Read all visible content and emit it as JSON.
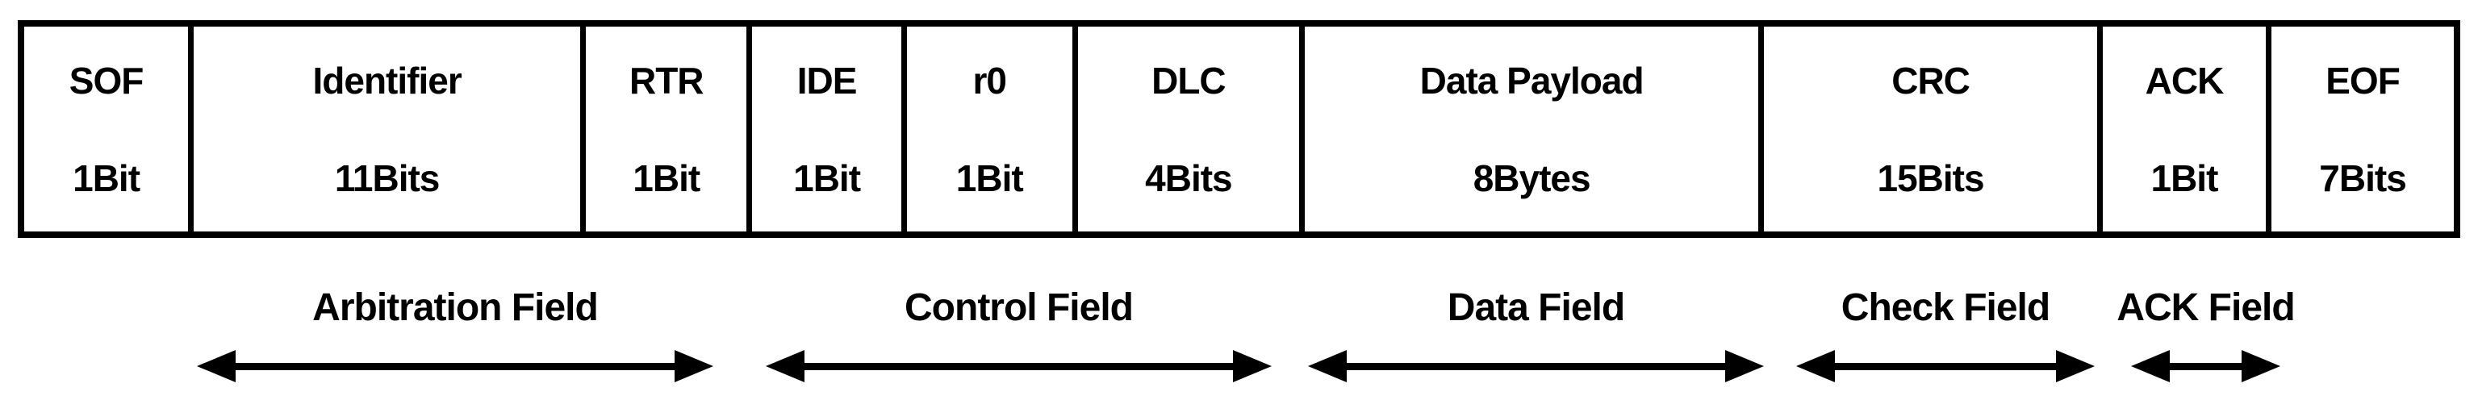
{
  "diagram": {
    "type": "can-bus-frame-format"
  },
  "frame": {
    "cells": [
      {
        "name": "SOF",
        "size": "1Bit"
      },
      {
        "name": "Identifier",
        "size": "11Bits"
      },
      {
        "name": "RTR",
        "size": "1Bit"
      },
      {
        "name": "IDE",
        "size": "1Bit"
      },
      {
        "name": "r0",
        "size": "1Bit"
      },
      {
        "name": "DLC",
        "size": "4Bits"
      },
      {
        "name": "Data Payload",
        "size": "8Bytes"
      },
      {
        "name": "CRC",
        "size": "15Bits"
      },
      {
        "name": "ACK",
        "size": "1Bit"
      },
      {
        "name": "EOF",
        "size": "7Bits"
      }
    ]
  },
  "fields": [
    {
      "label": "Arbitration Field"
    },
    {
      "label": "Control Field"
    },
    {
      "label": "Data Field"
    },
    {
      "label": "Check Field"
    },
    {
      "label": "ACK Field"
    }
  ],
  "colors": {
    "line": "#000000",
    "background": "#ffffff"
  }
}
